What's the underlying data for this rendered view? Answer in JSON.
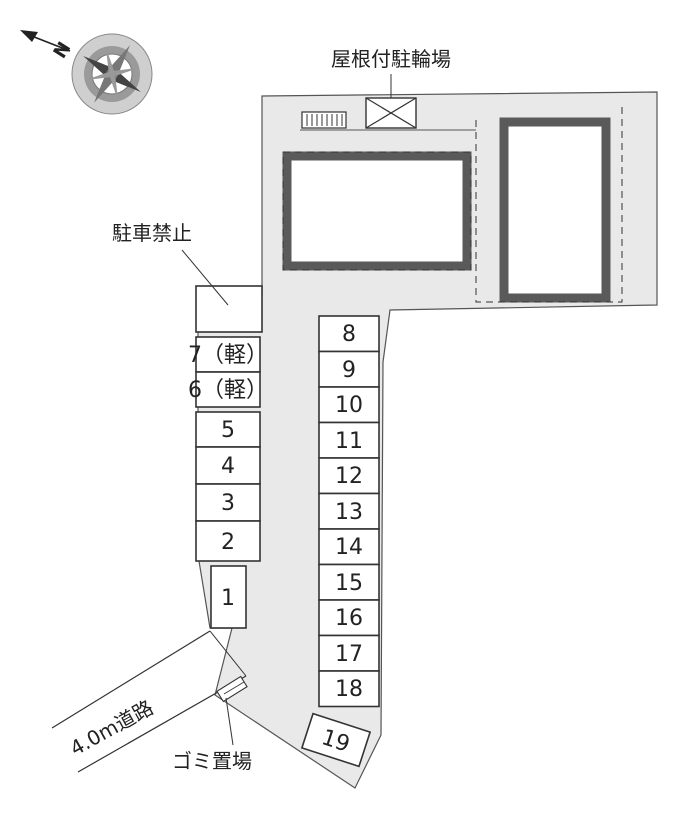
{
  "labels": {
    "bike_parking": "屋根付駐輪場",
    "no_parking": "駐車禁止",
    "road": "4.0m道路",
    "garbage": "ゴミ置場",
    "north": "N"
  },
  "spaces_left": [
    "7（軽）",
    "6（軽）",
    "5",
    "4",
    "3",
    "2"
  ],
  "space_1": "1",
  "spaces_right": [
    "8",
    "9",
    "10",
    "11",
    "12",
    "13",
    "14",
    "15",
    "16",
    "17",
    "18"
  ],
  "space_19": "19",
  "colors": {
    "lot": "#e9e9e9",
    "building_wall": "#5a5a5a",
    "line": "#333333"
  }
}
